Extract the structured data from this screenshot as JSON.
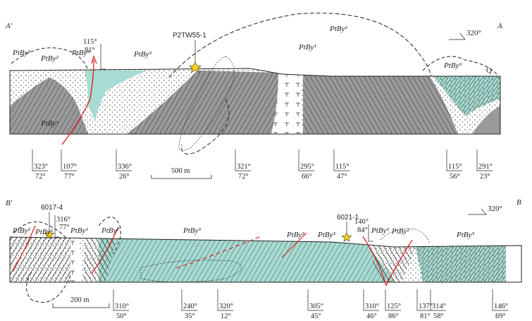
{
  "section_a": {
    "left_end": "A'",
    "right_end": "A",
    "azimuth": "320°",
    "sample": "P2TW55-1",
    "unit_labels": [
      "PtBy³",
      "PtBy²",
      "PtBy³",
      "PtBy³",
      "PtBy¹",
      "PtBy²",
      "PtBy¹",
      "PtBy³",
      "Q"
    ],
    "top_attitude": {
      "dip_direction": "115°",
      "dip": "81°"
    },
    "scale": "500 m",
    "attitudes": [
      {
        "dip_direction": "323°",
        "dip": "72°"
      },
      {
        "dip_direction": "107°",
        "dip": "77°"
      },
      {
        "dip_direction": "336°",
        "dip": "26°"
      },
      {
        "dip_direction": "321°",
        "dip": "72°"
      },
      {
        "dip_direction": "295°",
        "dip": "66°"
      },
      {
        "dip_direction": "115°",
        "dip": "47°"
      },
      {
        "dip_direction": "115°",
        "dip": "56°"
      },
      {
        "dip_direction": "291°",
        "dip": "23°"
      }
    ]
  },
  "section_b": {
    "left_end": "B'",
    "right_end": "B",
    "azimuth": "320°",
    "samples": [
      "6017-4",
      "6021-1"
    ],
    "unit_labels": [
      "PtBy²",
      "PtBy³",
      "PtBy³",
      "PtBy²",
      "PtBy³",
      "PtBy³",
      "PtBy³",
      "PtBy³",
      "PtBy²",
      "PtBy³"
    ],
    "top_attitudes": [
      {
        "dip_direction": "316°",
        "dip": "77°"
      },
      {
        "dip_direction": "146°",
        "dip": "84°"
      }
    ],
    "scale": "200 m",
    "attitudes": [
      {
        "dip_direction": "310°",
        "dip": "50°"
      },
      {
        "dip_direction": "240°",
        "dip": "35°"
      },
      {
        "dip_direction": "320°",
        "dip": "12°"
      },
      {
        "dip_direction": "305°",
        "dip": "45°"
      },
      {
        "dip_direction": "310°",
        "dip": "46°"
      },
      {
        "dip_direction": "125°",
        "dip": "86°"
      },
      {
        "dip_direction": "137°",
        "dip": "81°"
      },
      {
        "dip_direction": "314°",
        "dip": "58°"
      },
      {
        "dip_direction": "146°",
        "dip": "69°"
      }
    ]
  },
  "colors": {
    "teal": "#a6dcd3",
    "gray": "#9a9a9c",
    "fault": "#e01818",
    "star": "#f2d21b"
  }
}
